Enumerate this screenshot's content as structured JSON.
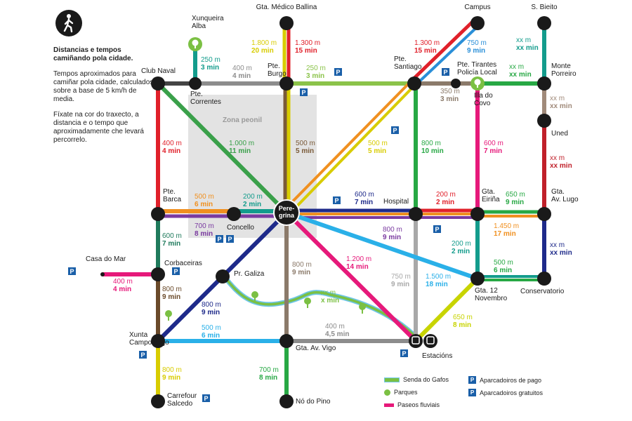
{
  "intro": {
    "title": "Distancias e tempos camiñando pola cidade.",
    "text1": "Tempos aproximados para camiñar pola cidade, calculados sobre a base de 5 km/h de media.",
    "text2": "Fíxate na cor do traxecto, a distancia e o tempo que aproximadamente che levará percorrelo."
  },
  "zone_label": "Zona peonil",
  "hub_label": [
    "Pere-",
    "grina"
  ],
  "stations": [
    {
      "id": "club-naval",
      "label": [
        "Club Naval"
      ]
    },
    {
      "id": "pte-correntes",
      "label": [
        "Pte.",
        "Correntes"
      ]
    },
    {
      "id": "pte-burgo",
      "label": [
        "Pte.",
        "Burgo"
      ]
    },
    {
      "id": "gta-medico-ballina",
      "label": [
        "Gta. Médico Ballina"
      ]
    },
    {
      "id": "xunqueira-alba",
      "label": [
        "Xunqueira",
        "Alba"
      ]
    },
    {
      "id": "pte-santiago",
      "label": [
        "Pte.",
        "Santiago"
      ]
    },
    {
      "id": "campus",
      "label": [
        "Campus"
      ]
    },
    {
      "id": "pte-tirantes",
      "label": [
        "Pte. Tirantes",
        "Policía Local"
      ]
    },
    {
      "id": "illa-do-covo",
      "label": [
        "Illa do",
        "Covo"
      ]
    },
    {
      "id": "s-bieito",
      "label": [
        "S. Bieito"
      ]
    },
    {
      "id": "monte-porreiro",
      "label": [
        "Monte",
        "Porreiro"
      ]
    },
    {
      "id": "uned",
      "label": [
        "Uned"
      ]
    },
    {
      "id": "pte-barca",
      "label": [
        "Pte.",
        "Barca"
      ]
    },
    {
      "id": "concello",
      "label": [
        "Concello"
      ]
    },
    {
      "id": "hospital",
      "label": [
        "Hospital"
      ]
    },
    {
      "id": "gta-eirina",
      "label": [
        "Gta.",
        "Eiriña"
      ]
    },
    {
      "id": "gta-av-lugo",
      "label": [
        "Gta.",
        "Av. Lugo"
      ]
    },
    {
      "id": "casa-do-mar",
      "label": [
        "Casa do Mar"
      ]
    },
    {
      "id": "corbaceiras",
      "label": [
        "Corbaceiras"
      ]
    },
    {
      "id": "pr-galiza",
      "label": [
        "Pr. Galiza"
      ]
    },
    {
      "id": "gta-12-novembro",
      "label": [
        "Gta. 12",
        "Novembro"
      ]
    },
    {
      "id": "conservatorio",
      "label": [
        "Conservatorio"
      ]
    },
    {
      "id": "xunta-campolongo",
      "label": [
        "Xunta",
        "Campolongo"
      ]
    },
    {
      "id": "gta-av-vigo",
      "label": [
        "Gta. Av. Vigo"
      ]
    },
    {
      "id": "estacions",
      "label": [
        "Estacións"
      ]
    },
    {
      "id": "carrefour-salcedo",
      "label": [
        "Carrefour",
        "Salcedo"
      ]
    },
    {
      "id": "no-do-pino",
      "label": [
        "Nó do Pino"
      ]
    }
  ],
  "routes": [
    {
      "id": "ballina-burgo-top",
      "distance": "1.800 m",
      "time": "20 min",
      "color": "#d8cc00"
    },
    {
      "id": "ballina-burgo-red",
      "distance": "1.300 m",
      "time": "15 min",
      "color": "#e0202a"
    },
    {
      "id": "xunqueira",
      "distance": "250 m",
      "time": "3 min",
      "color": "#139c8c"
    },
    {
      "id": "club-burgo",
      "distance": "400 m",
      "time": "4 min",
      "color": "#8c8c8c"
    },
    {
      "id": "burgo-santiago",
      "distance": "250 m",
      "time": "3 min",
      "color": "#8bc34a"
    },
    {
      "id": "campus",
      "distance": "1.300 m",
      "time": "15 min",
      "color": "#e0202a"
    },
    {
      "id": "campus-blue",
      "distance": "750 m",
      "time": "9 min",
      "color": "#2a8fd8"
    },
    {
      "id": "santiago-tirantes",
      "distance": "350 m",
      "time": "3 min",
      "color": "#8b7a6a"
    },
    {
      "id": "bieito",
      "distance": "xx m",
      "time": "xx min",
      "color": "#139c8c"
    },
    {
      "id": "covo-porreiro",
      "distance": "xx m",
      "time": "xx min",
      "color": "#27a844"
    },
    {
      "id": "porreiro-uned",
      "distance": "xx m",
      "time": "xx min",
      "color": "#a08a7a"
    },
    {
      "id": "uned-lugo",
      "distance": "xx m",
      "time": "xx min",
      "color": "#c0202a"
    },
    {
      "id": "club-barca",
      "distance": "400 m",
      "time": "4 min",
      "color": "#e0202a"
    },
    {
      "id": "correntes-peregrina",
      "distance": "1.000 m",
      "time": "11 min",
      "color": "#3aa04a"
    },
    {
      "id": "burgo-peregrina",
      "distance": "500 m",
      "time": "5 min",
      "color": "#7a5a38"
    },
    {
      "id": "santiago-peregrina",
      "distance": "500 m",
      "time": "5 min",
      "color": "#d8cc00"
    },
    {
      "id": "santiago-hospital",
      "distance": "800 m",
      "time": "10 min",
      "color": "#27a844"
    },
    {
      "id": "tirantes-eirina",
      "distance": "600 m",
      "time": "7 min",
      "color": "#e6197a"
    },
    {
      "id": "barca-concello",
      "distance": "500 m",
      "time": "6 min",
      "color": "#f09020"
    },
    {
      "id": "concello-peregrina",
      "distance": "200 m",
      "time": "2 min",
      "color": "#139c8c"
    },
    {
      "id": "barca-peregrina",
      "distance": "700 m",
      "time": "8 min",
      "color": "#7a3aa0"
    },
    {
      "id": "peregrina-hospital",
      "distance": "600 m",
      "time": "7 min",
      "color": "#1e2a8a"
    },
    {
      "id": "hospital-eirina",
      "distance": "200 m",
      "time": "2 min",
      "color": "#e0202a"
    },
    {
      "id": "eirina-lugo",
      "distance": "650 m",
      "time": "9 min",
      "color": "#27a844"
    },
    {
      "id": "barca-corbaceiras",
      "distance": "600 m",
      "time": "7 min",
      "color": "#1f7a5c"
    },
    {
      "id": "peregrina-hospital-purple",
      "distance": "800 m",
      "time": "9 min",
      "color": "#7a3aa0"
    },
    {
      "id": "orange-lugo",
      "distance": "1.450 m",
      "time": "17 min",
      "color": "#f09020"
    },
    {
      "id": "lugo-conservatorio",
      "distance": "xx m",
      "time": "xx min",
      "color": "#1e2a8a"
    },
    {
      "id": "casa-do-mar",
      "distance": "400 m",
      "time": "4 min",
      "color": "#e6197a"
    },
    {
      "id": "eirina-12nov",
      "distance": "200 m",
      "time": "2 min",
      "color": "#139c8c"
    },
    {
      "id": "12nov-conservatorio",
      "distance": "500 m",
      "time": "6 min",
      "color": "#27a844"
    },
    {
      "id": "corbaceiras-xunta",
      "distance": "800 m",
      "time": "9 min",
      "color": "#6a4a2a"
    },
    {
      "id": "peregrina-avvigo",
      "distance": "800 m",
      "time": "9 min",
      "color": "#8b7a6a"
    },
    {
      "id": "peregrina-estacions",
      "distance": "1.200 m",
      "time": "14 min",
      "color": "#e6197a"
    },
    {
      "id": "hospital-estacions",
      "distance": "750 m",
      "time": "9 min",
      "color": "#a8a8a8"
    },
    {
      "id": "peregrina-12nov",
      "distance": "1.500 m",
      "time": "18 min",
      "color": "#2ab0e8"
    },
    {
      "id": "senda",
      "distance": "xx m",
      "time": "x min",
      "color": "#7bc043"
    },
    {
      "id": "galiza-xunta",
      "distance": "800 m",
      "time": "9 min",
      "color": "#1e2a8a"
    },
    {
      "id": "xunta-avvigo",
      "distance": "500 m",
      "time": "6 min",
      "color": "#2ab0e8"
    },
    {
      "id": "avvigo-estacions",
      "distance": "400 m",
      "time": "4,5 min",
      "color": "#8c8c8c"
    },
    {
      "id": "12nov-estacions",
      "distance": "650 m",
      "time": "8 min",
      "color": "#c8d400"
    },
    {
      "id": "xunta-carrefour",
      "distance": "800 m",
      "time": "9 min",
      "color": "#d8cc00"
    },
    {
      "id": "avvigo-pino",
      "distance": "700 m",
      "time": "8 min",
      "color": "#27a844"
    }
  ],
  "parking_symbol": "P",
  "legend": {
    "senda": "Senda do Gafos",
    "parques": "Parques",
    "paseos": "Paseos fluviais",
    "pago": "Aparcadoiros de pago",
    "gratuitos": "Aparcadoiros gratuitos"
  },
  "colors": {
    "station": "#1a1a1a",
    "zone": "#e3e3e3",
    "park": "#7bc043",
    "water": "#6ec6e8"
  }
}
